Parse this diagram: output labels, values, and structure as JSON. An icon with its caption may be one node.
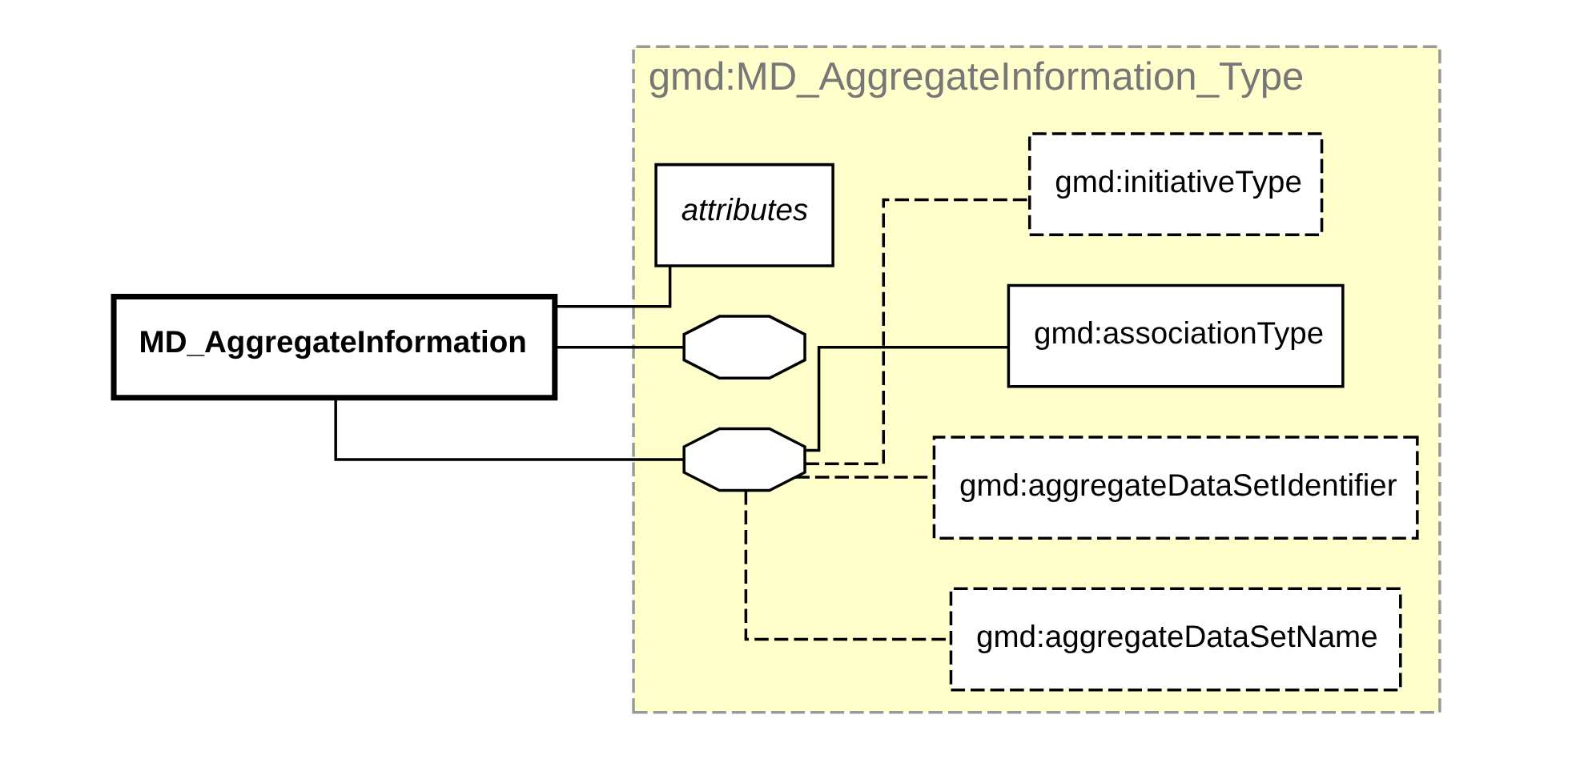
{
  "diagram": {
    "nodes": [
      {
        "text": [
          "gmd:MD_AggregateInformation_Type"
        ]
      },
      {
        "text": [
          "MD_AggregateInformation"
        ]
      },
      {
        "text": [
          "attributes"
        ],
        "in": 0
      },
      {
        "text": [],
        "shape": "octagon",
        "in": 0
      },
      {
        "text": [],
        "shape": "octagon",
        "in": 0
      },
      {
        "text": [
          "gmd:aggregateDataSetName"
        ],
        "in": 0
      },
      {
        "text": [
          "gmd:aggregateDataSetIdentifier"
        ],
        "in": 0
      },
      {
        "text": [
          "gmd:associationType"
        ],
        "in": 0
      },
      {
        "text": [
          "gmd:initiativeType"
        ],
        "in": 0
      }
    ],
    "edges": [
      {
        "from": 1,
        "to": 2,
        "arrow": "none"
      },
      {
        "from": 1,
        "to": 3,
        "arrow": "none"
      },
      {
        "from": 1,
        "to": 4,
        "arrow": "none"
      },
      {
        "from": 4,
        "to": 5,
        "arrow": "none",
        "style": "dashed"
      },
      {
        "from": 4,
        "to": 6,
        "arrow": "none",
        "style": "dashed"
      },
      {
        "from": 4,
        "to": 7,
        "arrow": "none"
      },
      {
        "from": 4,
        "to": 8,
        "arrow": "none",
        "style": "dashed"
      }
    ]
  }
}
